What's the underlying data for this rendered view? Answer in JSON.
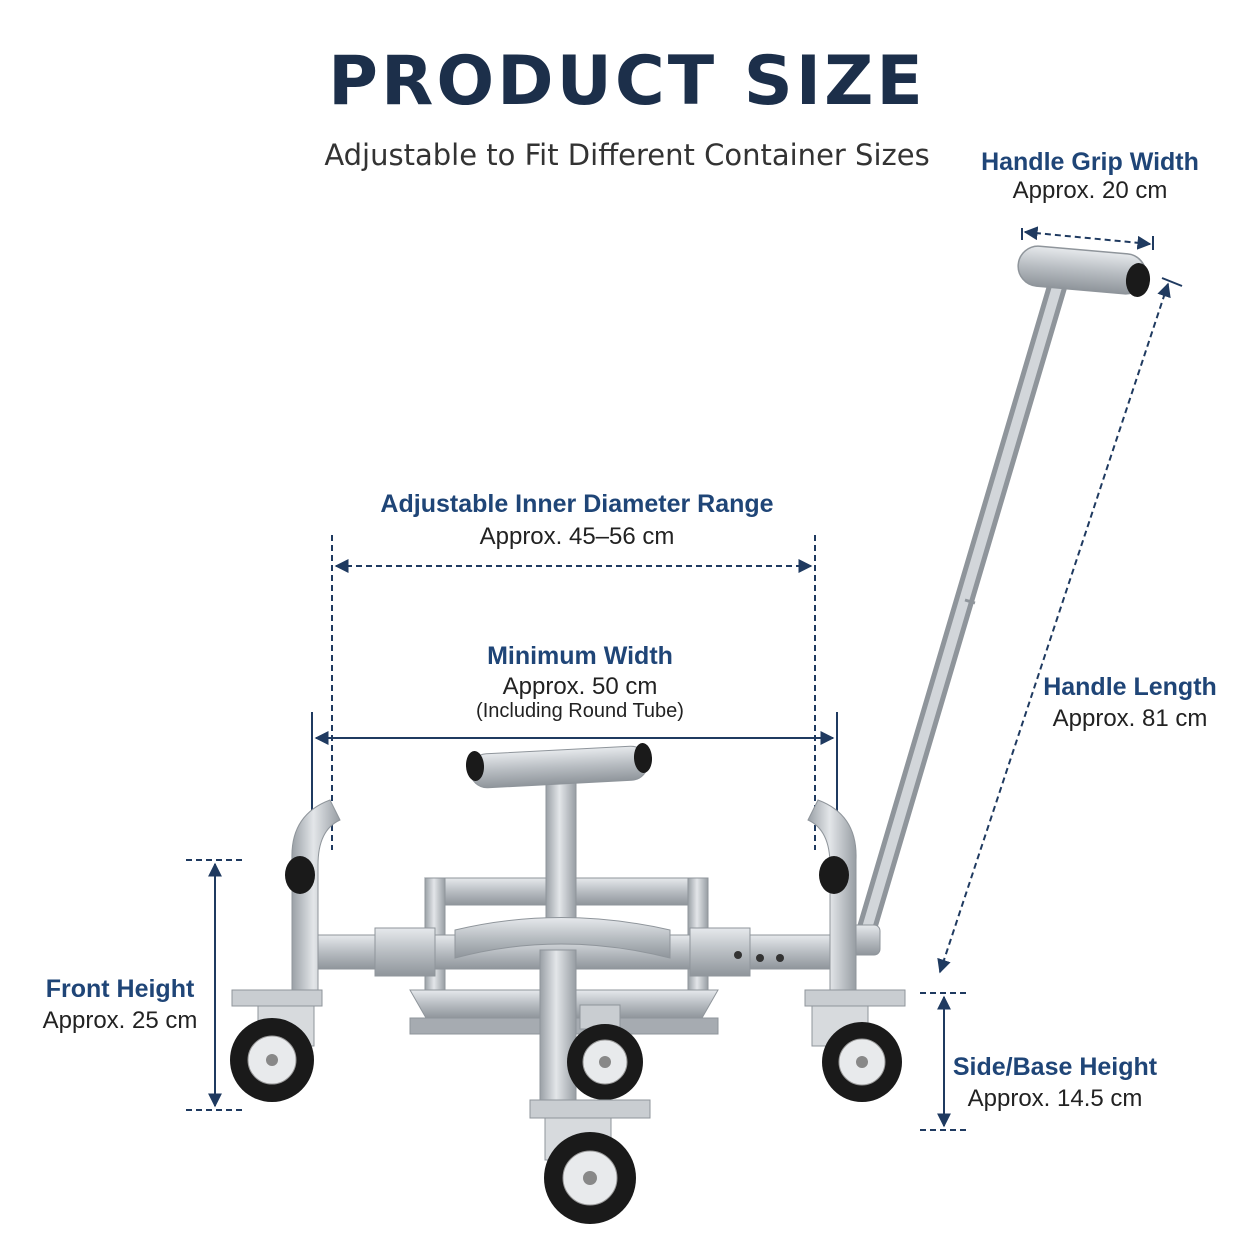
{
  "title": "PRODUCT SIZE",
  "subtitle": "Adjustable to Fit Different Container Sizes",
  "colors": {
    "heading": "#1c2f4a",
    "label_title": "#1f4577",
    "dimension_line": "#1f3a60",
    "metal": "#b9bec4"
  },
  "dimensions": {
    "handle_grip": {
      "title": "Handle Grip Width",
      "value": "Approx. 20 cm"
    },
    "inner_diameter": {
      "title": "Adjustable Inner Diameter Range",
      "value": "Approx. 45–56 cm"
    },
    "minimum_width": {
      "title": "Minimum Width",
      "value": "Approx. 50 cm",
      "note": "(Including Round Tube)"
    },
    "handle_length": {
      "title": "Handle Length",
      "value": "Approx. 81 cm"
    },
    "front_height": {
      "title": "Front Height",
      "value": "Approx. 25 cm"
    },
    "side_base_height": {
      "title": "Side/Base Height",
      "value": "Approx. 14.5 cm"
    }
  }
}
